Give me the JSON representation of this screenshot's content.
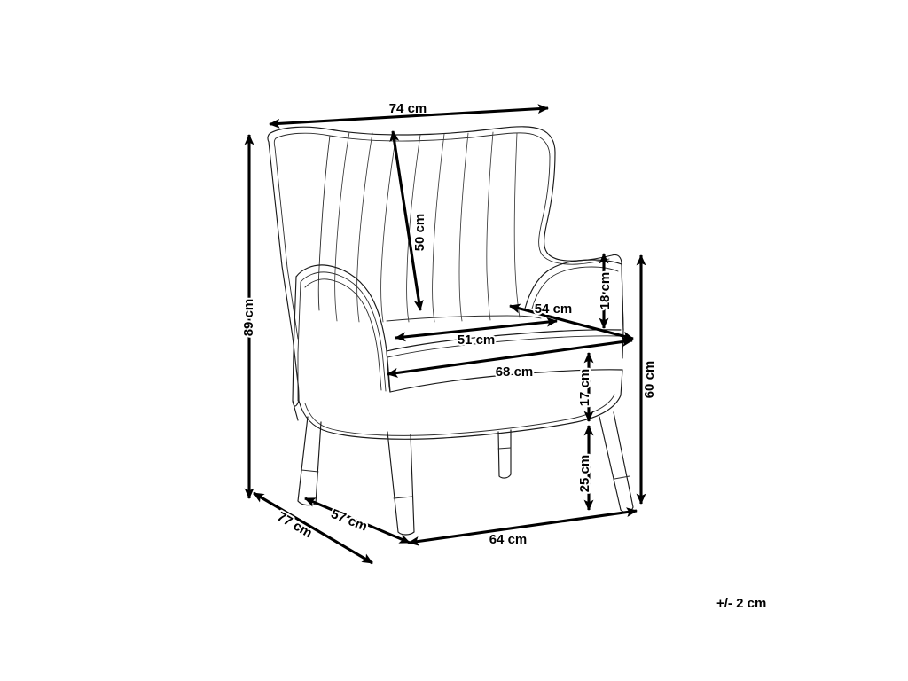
{
  "drawing": {
    "type": "furniture-dimension-diagram",
    "subject": "wingback armchair",
    "unit": "cm",
    "background_color": "#ffffff",
    "line_color": "#1a1a1a",
    "dimension_color": "#000000",
    "tolerance_note": "+/- 2 cm"
  },
  "dimensions": {
    "overall_width": {
      "label": "74 cm",
      "value": 74,
      "unit": "cm",
      "axis": "width",
      "position": "top"
    },
    "overall_height": {
      "label": "89 cm",
      "value": 89,
      "unit": "cm",
      "axis": "height",
      "position": "left"
    },
    "backrest_height": {
      "label": "50 cm",
      "value": 50,
      "unit": "cm",
      "axis": "diagonal",
      "position": "backrest"
    },
    "seat_depth": {
      "label": "54 cm",
      "value": 54,
      "unit": "cm",
      "axis": "depth",
      "position": "seat-right-diagonal"
    },
    "seat_width_inner": {
      "label": "51 cm",
      "value": 51,
      "unit": "cm",
      "axis": "width",
      "position": "seat-top"
    },
    "armrest_height": {
      "label": "18 cm",
      "value": 18,
      "unit": "cm",
      "axis": "height",
      "position": "right-armrest"
    },
    "front_width": {
      "label": "68 cm",
      "value": 68,
      "unit": "cm",
      "axis": "width",
      "position": "seat-front-edge"
    },
    "seat_cushion_height": {
      "label": "17 cm",
      "value": 17,
      "unit": "cm",
      "axis": "height",
      "position": "right-seat"
    },
    "seat_height_from_floor": {
      "label": "60 cm",
      "value": 60,
      "unit": "cm",
      "axis": "height",
      "position": "far-right"
    },
    "leg_height": {
      "label": "25 cm",
      "value": 25,
      "unit": "cm",
      "axis": "height",
      "position": "right-legs"
    },
    "base_depth_inner": {
      "label": "57 cm",
      "value": 57,
      "unit": "cm",
      "axis": "depth",
      "position": "bottom-left-diagonal"
    },
    "overall_depth": {
      "label": "77 cm",
      "value": 77,
      "unit": "cm",
      "axis": "depth",
      "position": "bottom-left-outer-diagonal"
    },
    "base_width": {
      "label": "64 cm",
      "value": 64,
      "unit": "cm",
      "axis": "width",
      "position": "bottom"
    }
  },
  "labels": {
    "d74": "74 cm",
    "d89": "89 cm",
    "d50": "50 cm",
    "d54": "54 cm",
    "d51": "51 cm",
    "d18": "18 cm",
    "d68": "68 cm",
    "d17": "17 cm",
    "d60": "60 cm",
    "d25": "25 cm",
    "d57": "57 cm",
    "d77": "77 cm",
    "d64": "64 cm",
    "tolerance": "+/- 2 cm"
  }
}
